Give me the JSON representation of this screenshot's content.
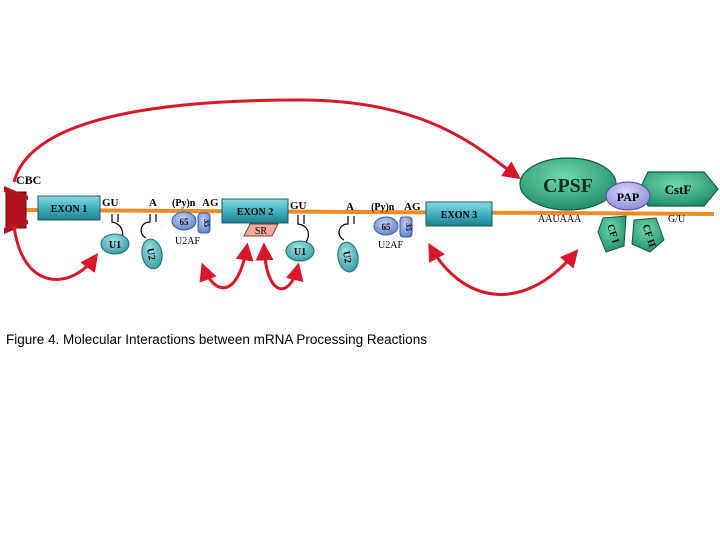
{
  "labels": {
    "cbc": "CBC",
    "exon1": "EXON 1",
    "exon2": "EXON 2",
    "exon3": "EXON 3",
    "gu": "GU",
    "a": "A",
    "pyn": "(Py)n",
    "ag": "AG",
    "u1": "U1",
    "u2": "U2",
    "u2af": "U2AF",
    "u2af65": "65",
    "u2af35": "35",
    "sr": "SR",
    "cpsf": "CPSF",
    "pap": "PAP",
    "cstf": "CstF",
    "aauaaa": "AAUAAA",
    "gu_downstream": "G/U",
    "cfi": "CF I",
    "cfii": "CF II"
  },
  "caption": "Figure 4.  Molecular Interactions between mRNA Processing Reactions",
  "colors": {
    "mrna_line": "#f08a24",
    "arrow": "#d8182a",
    "exon_box": "#3fb2c2",
    "factor_green": "#2fa37c",
    "u_snrnp": "#55b9bf",
    "u2af_blue": "#7a9bd6",
    "pap_purple": "#a7a6e6",
    "cbc_red": "#b3121f",
    "sr_pink": "#f0a8a0"
  }
}
